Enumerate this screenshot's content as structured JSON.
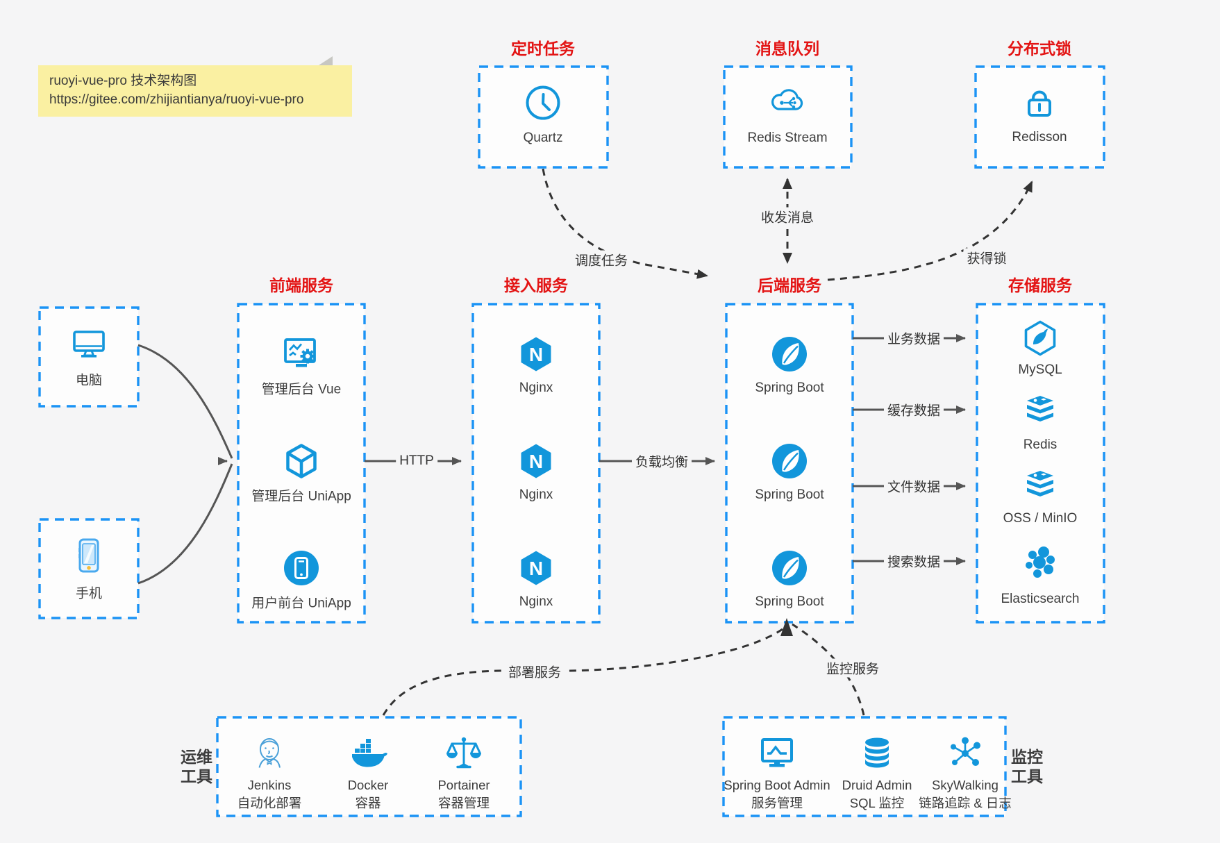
{
  "note": {
    "title": "ruoyi-vue-pro 技术架构图",
    "url": "https://gitee.com/zhijiantianya/ruoyi-vue-pro"
  },
  "top_groups": {
    "scheduled_task": {
      "title": "定时任务",
      "node": "Quartz"
    },
    "message_queue": {
      "title": "消息队列",
      "node": "Redis Stream"
    },
    "distributed_lock": {
      "title": "分布式锁",
      "node": "Redisson"
    }
  },
  "clients": {
    "pc": "电脑",
    "mobile": "手机"
  },
  "columns": {
    "frontend": {
      "title": "前端服务",
      "items": [
        "管理后台 Vue",
        "管理后台 UniApp",
        "用户前台 UniApp"
      ]
    },
    "access": {
      "title": "接入服务",
      "items": [
        "Nginx",
        "Nginx",
        "Nginx"
      ]
    },
    "backend": {
      "title": "后端服务",
      "items": [
        "Spring Boot",
        "Spring Boot",
        "Spring Boot"
      ]
    },
    "storage": {
      "title": "存储服务",
      "items": [
        "MySQL",
        "Redis",
        "OSS / MinIO",
        "Elasticsearch"
      ]
    }
  },
  "edges": {
    "http": "HTTP",
    "load_balance": "负载均衡",
    "business_data": "业务数据",
    "cache_data": "缓存数据",
    "file_data": "文件数据",
    "search_data": "搜索数据",
    "schedule_task": "调度任务",
    "send_receive_message": "收发消息",
    "acquire_lock": "获得锁",
    "deploy_service": "部署服务",
    "monitor_service": "监控服务"
  },
  "ops_tools": {
    "label": [
      "运维",
      "工具"
    ],
    "items": [
      {
        "name": "Jenkins",
        "desc": "自动化部署"
      },
      {
        "name": "Docker",
        "desc": "容器"
      },
      {
        "name": "Portainer",
        "desc": "容器管理"
      }
    ]
  },
  "monitor_tools": {
    "label": [
      "监控",
      "工具"
    ],
    "items": [
      {
        "name": "Spring Boot Admin",
        "desc": "服务管理"
      },
      {
        "name": "Druid Admin",
        "desc": "SQL 监控"
      },
      {
        "name": "SkyWalking",
        "desc": "链路追踪 & 日志"
      }
    ]
  },
  "colors": {
    "box_border_blue": "#1b93f5",
    "icon_blue": "#1296db",
    "title_red": "#e31414",
    "note_yellow": "#faf0a2",
    "solid_arrow_gray": "#555555",
    "dashed_arrow_black": "#333333"
  }
}
